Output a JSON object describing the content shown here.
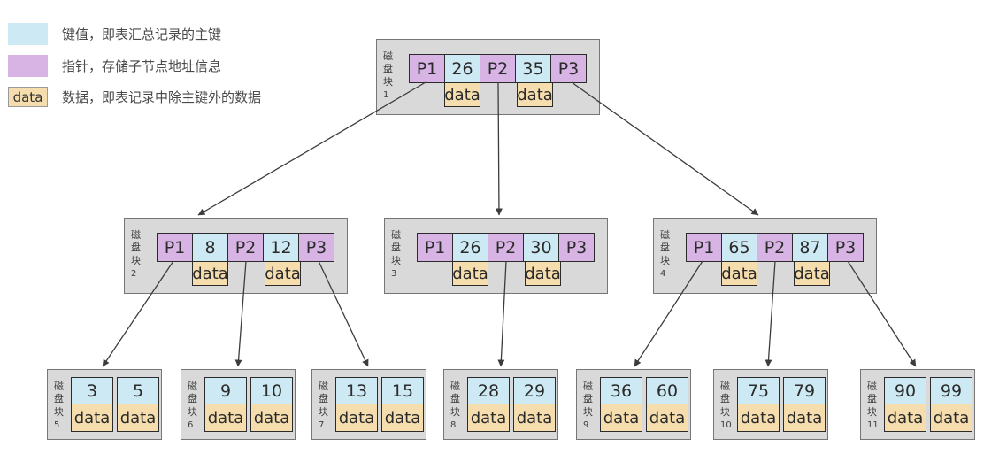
{
  "labels": {
    "block": "磁盘块",
    "data": "data"
  },
  "legend": {
    "items": [
      {
        "swatch": "key-color-swatch",
        "swatch_text": "",
        "text": "键值，即表汇总记录的主键"
      },
      {
        "swatch": "pointer-color-swatch",
        "swatch_text": "",
        "text": "指针，存储子节点地址信息"
      },
      {
        "swatch": "data-color-swatch",
        "swatch_text": "data",
        "text": "数据，即表记录中除主键外的数据"
      }
    ]
  },
  "colors": {
    "key": "#cde9f3",
    "pointer": "#d7b4e4",
    "data": "#f5ddae",
    "block_bg": "#d9d9d9",
    "block_border": "#767676",
    "arrow": "#3c3c3c"
  },
  "nodes": {
    "b1": {
      "number": "1",
      "cells": [
        "P1",
        "26",
        "P2",
        "35",
        "P3"
      ]
    },
    "b2": {
      "number": "2",
      "cells": [
        "P1",
        "8",
        "P2",
        "12",
        "P3"
      ]
    },
    "b3": {
      "number": "3",
      "cells": [
        "P1",
        "26",
        "P2",
        "30",
        "P3"
      ]
    },
    "b4": {
      "number": "4",
      "cells": [
        "P1",
        "65",
        "P2",
        "87",
        "P3"
      ]
    },
    "b5": {
      "number": "5",
      "keys": [
        "3",
        "5"
      ]
    },
    "b6": {
      "number": "6",
      "keys": [
        "9",
        "10"
      ]
    },
    "b7": {
      "number": "7",
      "keys": [
        "13",
        "15"
      ]
    },
    "b8": {
      "number": "8",
      "keys": [
        "28",
        "29"
      ]
    },
    "b9": {
      "number": "9",
      "keys": [
        "36",
        "60"
      ]
    },
    "b10": {
      "number": "10",
      "keys": [
        "75",
        "79"
      ]
    },
    "b11": {
      "number": "11",
      "keys": [
        "90",
        "99"
      ]
    }
  }
}
